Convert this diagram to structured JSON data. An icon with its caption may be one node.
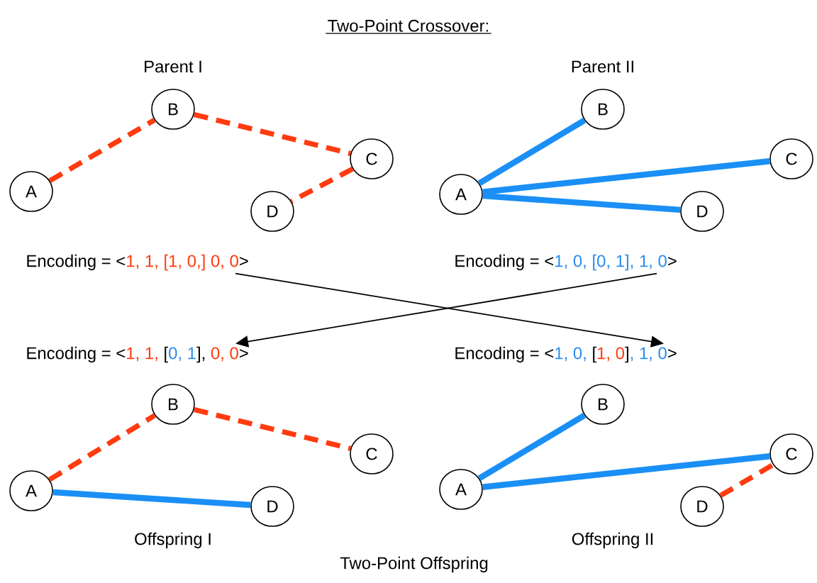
{
  "diagram": {
    "title": "Two-Point Crossover:",
    "nodes": [
      {
        "text": [
          "A"
        ]
      },
      {
        "text": [
          "B"
        ]
      },
      {
        "text": [
          "C"
        ]
      },
      {
        "text": [
          "D"
        ]
      },
      {
        "text": [
          "A"
        ]
      },
      {
        "text": [
          "B"
        ]
      },
      {
        "text": [
          "C"
        ]
      },
      {
        "text": [
          "D"
        ]
      },
      {
        "text": [
          "Encoding = <",
          "1, 1, [1, 0,] 0, 0",
          ">"
        ]
      },
      {
        "text": [
          "Encoding = <",
          "1, 0, [0, 1], 1, 0",
          ">"
        ]
      },
      {
        "text": [
          "Encoding = <",
          "1, 1,",
          "[",
          "0, 1",
          "],",
          "0, 0",
          ">"
        ]
      },
      {
        "text": [
          "Encoding = <",
          "1, 0,",
          "[",
          "1, 0",
          "]",
          ", 1, 0",
          ">"
        ]
      },
      {
        "text": [
          "A"
        ]
      },
      {
        "text": [
          "B"
        ]
      },
      {
        "text": [
          "C"
        ]
      },
      {
        "text": [
          "D"
        ]
      },
      {
        "text": [
          "A"
        ]
      },
      {
        "text": [
          "B"
        ]
      },
      {
        "text": [
          "C"
        ]
      },
      {
        "text": [
          "D"
        ]
      }
    ],
    "edges": [
      {
        "from": 0,
        "to": 1,
        "arrow": "none",
        "style": "dashed",
        "color": "#ff3b0f"
      },
      {
        "from": 1,
        "to": 2,
        "arrow": "none",
        "style": "dashed",
        "color": "#ff3b0f"
      },
      {
        "from": 2,
        "to": 3,
        "arrow": "none",
        "style": "dashed",
        "color": "#ff3b0f"
      },
      {
        "from": 4,
        "to": 5,
        "arrow": "none",
        "color": "#1a8ff5"
      },
      {
        "from": 4,
        "to": 6,
        "arrow": "none",
        "color": "#1a8ff5"
      },
      {
        "from": 4,
        "to": 7,
        "arrow": "none",
        "color": "#1a8ff5"
      },
      {
        "from": 8,
        "to": 11,
        "arrow": "to",
        "color": "#000000"
      },
      {
        "from": 9,
        "to": 10,
        "arrow": "to",
        "color": "#000000"
      },
      {
        "from": 12,
        "to": 13,
        "arrow": "none",
        "style": "dashed",
        "color": "#ff3b0f"
      },
      {
        "from": 13,
        "to": 14,
        "arrow": "none",
        "style": "dashed",
        "color": "#ff3b0f"
      },
      {
        "from": 12,
        "to": 15,
        "arrow": "none",
        "color": "#1a8ff5"
      },
      {
        "from": 16,
        "to": 17,
        "arrow": "none",
        "color": "#1a8ff5"
      },
      {
        "from": 16,
        "to": 18,
        "arrow": "none",
        "color": "#1a8ff5"
      },
      {
        "from": 19,
        "to": 18,
        "arrow": "none",
        "style": "dashed",
        "color": "#ff3b0f"
      }
    ],
    "labels": [
      "Parent I",
      "Parent II",
      "Offspring I",
      "Offspring II",
      "Two-Point Offspring"
    ]
  }
}
